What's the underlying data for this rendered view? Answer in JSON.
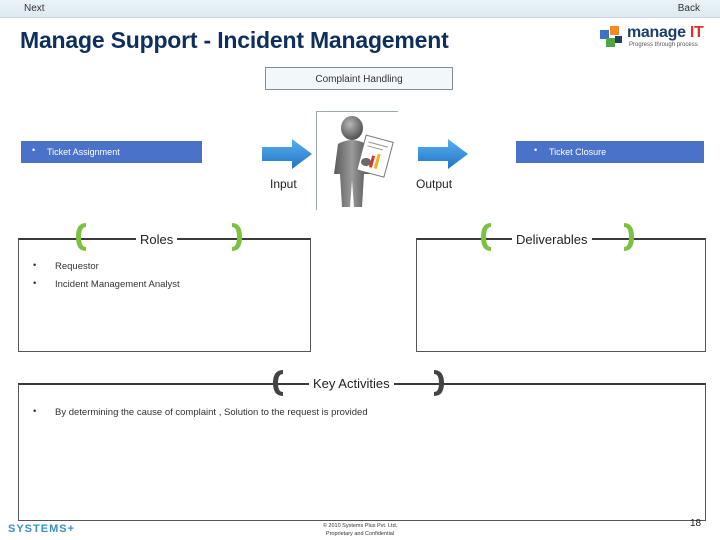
{
  "nav": {
    "next": "Next",
    "back": "Back"
  },
  "header": {
    "title": "Manage Support - Incident Management"
  },
  "logo": {
    "word_main": "manage",
    "word_accent": "IT",
    "tagline": "Progress through process"
  },
  "process": {
    "center_box": "Complaint Handling",
    "left_bar": {
      "bullet": "•",
      "text": "Ticket Assignment"
    },
    "right_bar": {
      "bullet": "•",
      "text": "Ticket Closure"
    },
    "input_label": "Input",
    "output_label": "Output"
  },
  "roles": {
    "heading": "Roles",
    "items": [
      {
        "bullet": "•",
        "text": "Requestor"
      },
      {
        "bullet": "•",
        "text": "Incident Management Analyst"
      }
    ]
  },
  "deliverables": {
    "heading": "Deliverables",
    "items": []
  },
  "key_activities": {
    "heading": "Key Activities",
    "items": [
      {
        "bullet": "•",
        "text": "By determining the cause of complaint , Solution to the request is provided"
      }
    ]
  },
  "footer": {
    "brand": "SYSTEMS+",
    "copyright_line1": "© 2010 Systems Plus Pvt. Ltd.",
    "copyright_line2": "Proprietary and Confidential",
    "page_number": "18"
  },
  "colors": {
    "title": "#0d2f5e",
    "bar_blue": "#4a72c8",
    "arrow_blue": "#2f8ad8",
    "bracket_green": "#7cc242",
    "bracket_dark": "#444444",
    "brand_blue": "#3a8fc7"
  }
}
